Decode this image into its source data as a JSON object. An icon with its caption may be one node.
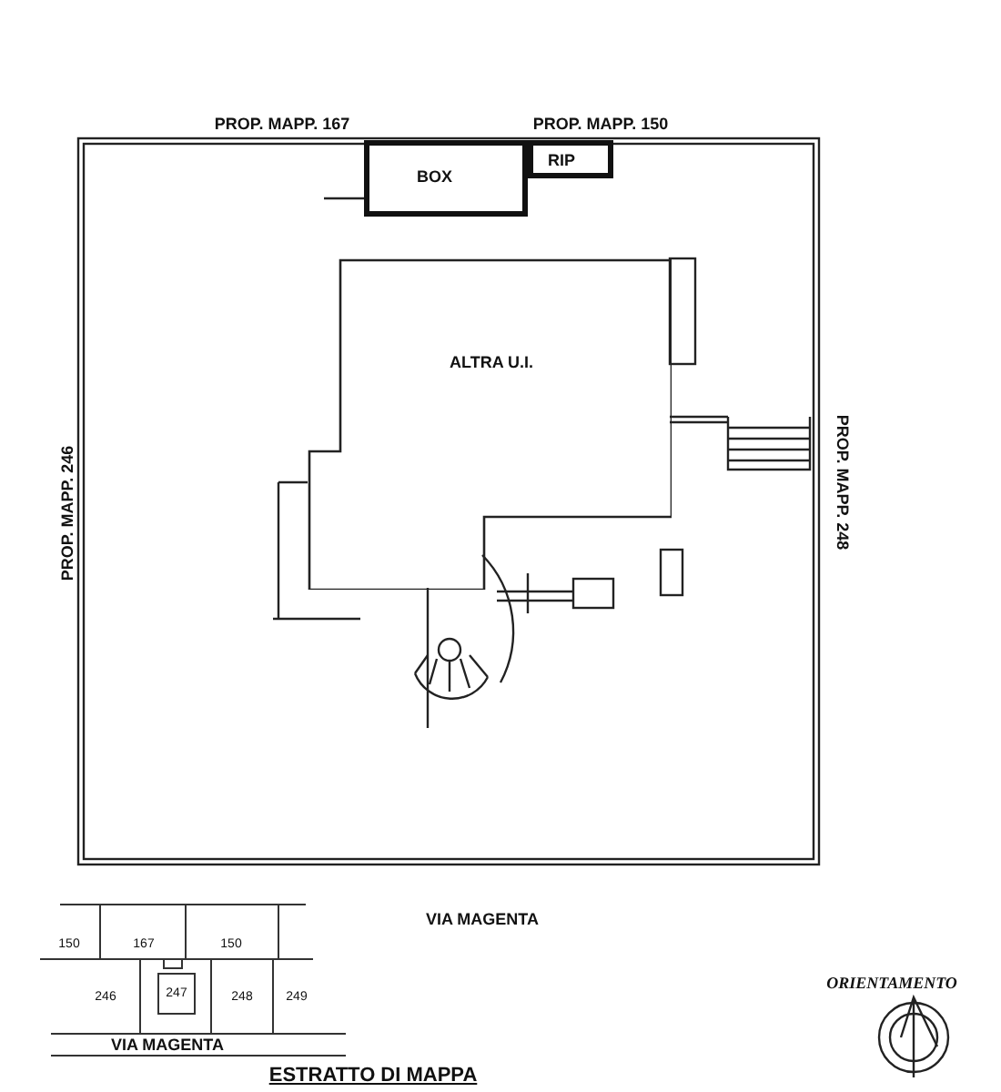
{
  "diagram": {
    "nodes": [
      {
        "text": [
          "BOX"
        ]
      },
      {
        "text": [
          "RIP"
        ]
      },
      {
        "text": [
          "ALTRA U.I."
        ]
      }
    ],
    "labels": [
      "PROP. MAPP. 167",
      "PROP. MAPP. 150",
      "PROP. MAPP. 246",
      "PROP. MAPP. 248",
      "VIA MAGENTA",
      "150",
      "167",
      "150",
      "246",
      "247",
      "248",
      "249",
      "VIA MAGENTA",
      "ESTRATTO DI MAPPA",
      "ORIENTAMENTO"
    ]
  }
}
